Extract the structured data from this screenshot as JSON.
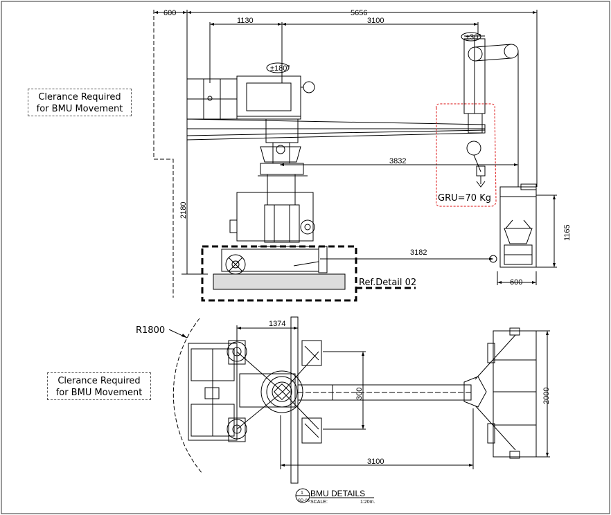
{
  "dimensions": {
    "d600_left": "600",
    "d5656": "5656",
    "d1130": "1130",
    "d3100_top": "3100",
    "rot180": "±180°",
    "rot30": "±30°",
    "d3832": "3832",
    "d2180": "2180",
    "d3182": "3182",
    "d1165": "1165",
    "d600_right": "600",
    "gru": "GRU=70 Kg",
    "ref_detail": "Ref.Detail 02",
    "radius": "R1800",
    "d1374": "1374",
    "d300": "300",
    "d2000": "2000",
    "d3100_bottom": "3100"
  },
  "notes": {
    "clearance_top": [
      "Clerance Required",
      "for BMU Movement"
    ],
    "clearance_bottom": [
      "Clerance Required",
      "for BMU Movement"
    ]
  },
  "title_block": {
    "number": "1",
    "sheet": "SD-06",
    "title": "BMU DETAILS",
    "scale_label": "SCALE:",
    "scale_value": "1:20m."
  },
  "colors": {
    "line": "#000000",
    "gru_highlight": "#e23a3a",
    "concrete": "#dcdcdc"
  }
}
